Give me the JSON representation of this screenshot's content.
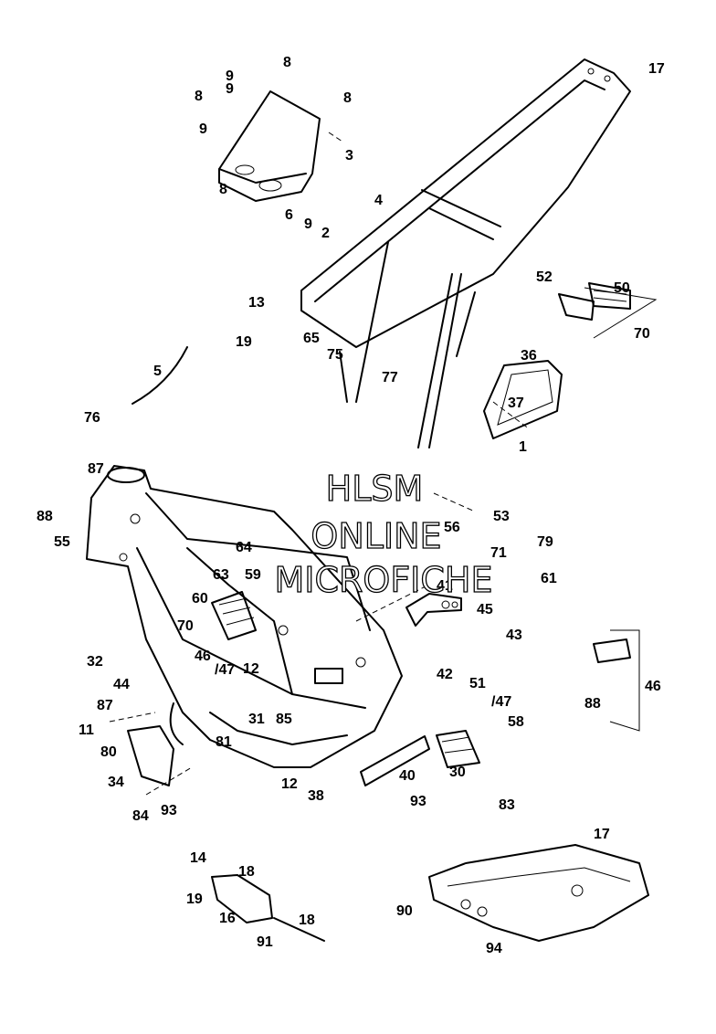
{
  "watermark": {
    "line1": "HLSM",
    "line2": "ONLINE",
    "line3": "MICROFICHE"
  },
  "callouts": [
    {
      "text": "8"
    },
    {
      "text": "9"
    },
    {
      "text": "8"
    },
    {
      "text": "9"
    },
    {
      "text": "8"
    },
    {
      "text": "9"
    },
    {
      "text": "3"
    },
    {
      "text": "8"
    },
    {
      "text": "6"
    },
    {
      "text": "9"
    },
    {
      "text": "2"
    },
    {
      "text": "4"
    },
    {
      "text": "17"
    },
    {
      "text": "52"
    },
    {
      "text": "50"
    },
    {
      "text": "70"
    },
    {
      "text": "13"
    },
    {
      "text": "19"
    },
    {
      "text": "65"
    },
    {
      "text": "75"
    },
    {
      "text": "77"
    },
    {
      "text": "36"
    },
    {
      "text": "5"
    },
    {
      "text": "37"
    },
    {
      "text": "76"
    },
    {
      "text": "1"
    },
    {
      "text": "87"
    },
    {
      "text": "88"
    },
    {
      "text": "55"
    },
    {
      "text": "53"
    },
    {
      "text": "56"
    },
    {
      "text": "79"
    },
    {
      "text": "71"
    },
    {
      "text": "61"
    },
    {
      "text": "64"
    },
    {
      "text": "63"
    },
    {
      "text": "59"
    },
    {
      "text": "41"
    },
    {
      "text": "60"
    },
    {
      "text": "45"
    },
    {
      "text": "70"
    },
    {
      "text": "43"
    },
    {
      "text": "46"
    },
    {
      "text": "/47"
    },
    {
      "text": "12"
    },
    {
      "text": "32"
    },
    {
      "text": "44"
    },
    {
      "text": "42"
    },
    {
      "text": "51"
    },
    {
      "text": "46"
    },
    {
      "text": "/47"
    },
    {
      "text": "58"
    },
    {
      "text": "88"
    },
    {
      "text": "87"
    },
    {
      "text": "11"
    },
    {
      "text": "31"
    },
    {
      "text": "85"
    },
    {
      "text": "81"
    },
    {
      "text": "80"
    },
    {
      "text": "34"
    },
    {
      "text": "12"
    },
    {
      "text": "38"
    },
    {
      "text": "40"
    },
    {
      "text": "30"
    },
    {
      "text": "93"
    },
    {
      "text": "83"
    },
    {
      "text": "84"
    },
    {
      "text": "93"
    },
    {
      "text": "17"
    },
    {
      "text": "14"
    },
    {
      "text": "18"
    },
    {
      "text": "19"
    },
    {
      "text": "16"
    },
    {
      "text": "18"
    },
    {
      "text": "91"
    },
    {
      "text": "90"
    },
    {
      "text": "94"
    }
  ]
}
